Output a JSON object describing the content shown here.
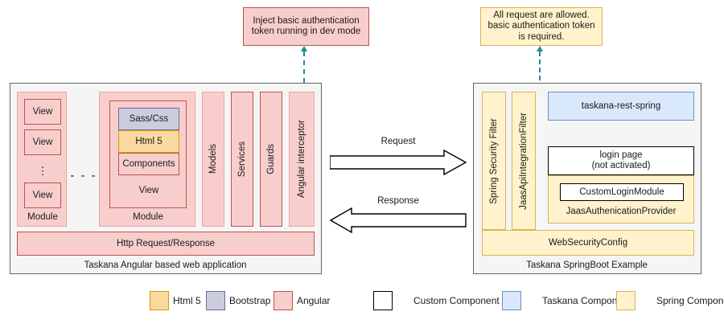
{
  "callouts": {
    "angular": "Inject basic authentication token running in dev mode",
    "spring": "All request are allowed. basic authentication token is required."
  },
  "left_panel": {
    "caption": "Taskana Angular based web application",
    "module_simple": {
      "label": "Module",
      "views": [
        "View",
        "View",
        "View"
      ],
      "ellipsis_vertical": "⋮"
    },
    "ellipsis_horizontal": "- - -",
    "module_detailed": {
      "label": "Module",
      "view_label": "View",
      "items": [
        {
          "label": "Sass/Css",
          "style": "bootstrap"
        },
        {
          "label": "Html 5",
          "style": "html5"
        },
        {
          "label": "Components",
          "style": "angular"
        }
      ]
    },
    "columns": [
      "Models",
      "Services",
      "Guards",
      "Angular interceptor"
    ],
    "http_bar": "Http Request/Response"
  },
  "center": {
    "request_label": "Request",
    "response_label": "Response"
  },
  "right_panel": {
    "caption": "Taskana SpringBoot Example",
    "filters": [
      "Spring Security Filter",
      "JaasApiIntegrationFilter"
    ],
    "rest_spring": "taskana-rest-spring",
    "login_page_line1": "login page",
    "login_page_line2": "(not activated)",
    "custom_login_module": "CustomLoginModule",
    "jaas_provider": "JaasAuthenicationProvider",
    "web_security_config": "WebSecurityConfig"
  },
  "legend": {
    "left_items": [
      {
        "label": "Html 5",
        "style": "html5"
      },
      {
        "label": "Bootstrap",
        "style": "bootstrap"
      },
      {
        "label": "Angular",
        "style": "angular"
      }
    ],
    "right_items": [
      {
        "label": "Custom Component",
        "style": "custom"
      },
      {
        "label": "Taskana Component",
        "style": "taskana"
      },
      {
        "label": "Spring Component",
        "style": "spring"
      }
    ]
  },
  "colors": {
    "angular_fill": "#f8cecc",
    "angular_stroke": "#b85450",
    "bootstrap_fill": "#ccccdf",
    "bootstrap_stroke": "#6c6ca0",
    "html5_fill": "#fad9a0",
    "html5_stroke": "#d79b00",
    "spring_fill": "#fff2cc",
    "spring_stroke": "#d6b656",
    "taskana_fill": "#dae8fc",
    "taskana_stroke": "#6c8ebf",
    "custom_fill": "#ffffff",
    "custom_stroke": "#000000",
    "panel_fill": "#f5f5f5",
    "panel_stroke": "#666666",
    "connector": "#1f8a93"
  }
}
